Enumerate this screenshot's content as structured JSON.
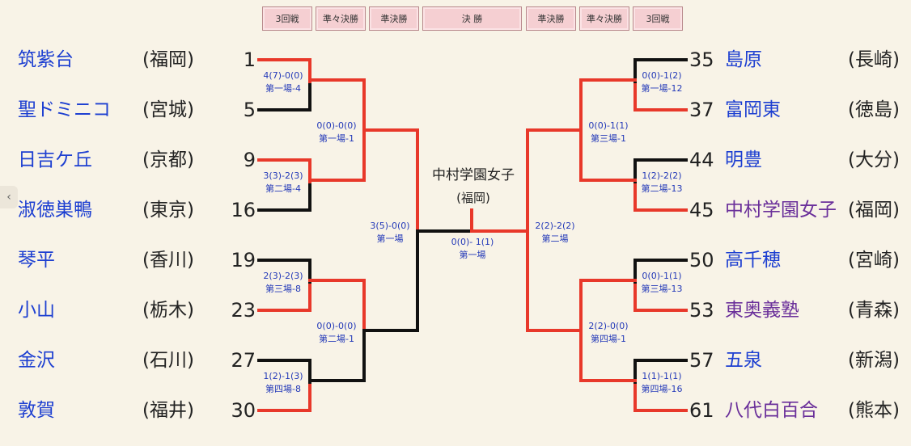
{
  "rounds": [
    "3回戦",
    "準々決勝",
    "準決勝",
    "決 勝",
    "準決勝",
    "準々決勝",
    "3回戦"
  ],
  "left_teams": [
    {
      "name": "筑紫台",
      "pref": "(福岡)",
      "seed": "1",
      "win": false
    },
    {
      "name": "聖ドミニコ",
      "pref": "(宮城)",
      "seed": "5",
      "win": false
    },
    {
      "name": "日吉ケ丘",
      "pref": "(京都)",
      "seed": "9",
      "win": false
    },
    {
      "name": "淑徳巣鴨",
      "pref": "(東京)",
      "seed": "16",
      "win": false
    },
    {
      "name": "琴平",
      "pref": "(香川)",
      "seed": "19",
      "win": false
    },
    {
      "name": "小山",
      "pref": "(栃木)",
      "seed": "23",
      "win": false
    },
    {
      "name": "金沢",
      "pref": "(石川)",
      "seed": "27",
      "win": false
    },
    {
      "name": "敦賀",
      "pref": "(福井)",
      "seed": "30",
      "win": false
    }
  ],
  "right_teams": [
    {
      "name": "島原",
      "pref": "(長崎)",
      "seed": "35",
      "win": false
    },
    {
      "name": "富岡東",
      "pref": "(徳島)",
      "seed": "37",
      "win": false
    },
    {
      "name": "明豊",
      "pref": "(大分)",
      "seed": "44",
      "win": false
    },
    {
      "name": "中村学園女子",
      "pref": "(福岡)",
      "seed": "45",
      "win": true
    },
    {
      "name": "高千穂",
      "pref": "(宮崎)",
      "seed": "50",
      "win": false
    },
    {
      "name": "東奥義塾",
      "pref": "(青森)",
      "seed": "53",
      "win": true
    },
    {
      "name": "五泉",
      "pref": "(新潟)",
      "seed": "57",
      "win": false
    },
    {
      "name": "八代白百合",
      "pref": "(熊本)",
      "seed": "61",
      "win": true
    }
  ],
  "scores": {
    "l_r1": [
      {
        "score": "4(7)-0(0)",
        "venue": "第一場-4"
      },
      {
        "score": "3(3)-2(3)",
        "venue": "第二場-4"
      },
      {
        "score": "2(3)-2(3)",
        "venue": "第三場-8"
      },
      {
        "score": "1(2)-1(3)",
        "venue": "第四場-8"
      }
    ],
    "l_r2": [
      {
        "score": "0(0)-0(0)",
        "venue": "第一場-1"
      },
      {
        "score": "0(0)-0(0)",
        "venue": "第二場-1"
      }
    ],
    "l_r3": {
      "score": "3(5)-0(0)",
      "venue": "第一場"
    },
    "r_r1": [
      {
        "score": "0(0)-1(2)",
        "venue": "第一場-12"
      },
      {
        "score": "1(2)-2(2)",
        "venue": "第二場-13"
      },
      {
        "score": "0(0)-1(1)",
        "venue": "第三場-13"
      },
      {
        "score": "1(1)-1(1)",
        "venue": "第四場-16"
      }
    ],
    "r_r2": [
      {
        "score": "0(0)-1(1)",
        "venue": "第三場-1"
      },
      {
        "score": "2(2)-0(0)",
        "venue": "第四場-1"
      }
    ],
    "r_r3": {
      "score": "2(2)-2(2)",
      "venue": "第二場"
    },
    "final": {
      "score": "0(0)- 1(1)",
      "venue": "第一場"
    }
  },
  "champion": {
    "name": "中村学園女子",
    "pref": "(福岡)"
  },
  "colors": {
    "win_line": "#e8382a",
    "lose_line": "#111111",
    "team_text": "#1d3fd1",
    "winner_text": "#6a2f9a",
    "score_text": "#2339b8"
  }
}
